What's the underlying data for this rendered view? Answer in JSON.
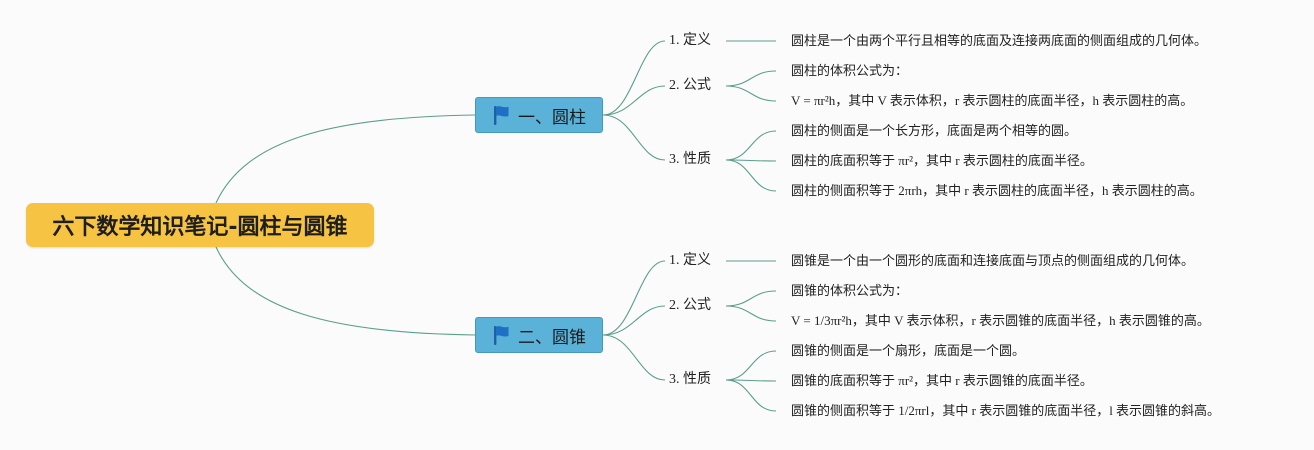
{
  "title": "六下数学知识笔记-圆柱与圆锥",
  "icon": "flag-icon",
  "colors": {
    "root": "#f6c342",
    "branch": "#5bb2d8",
    "line": "#5a9e8c"
  },
  "branches": [
    {
      "label": "一、圆柱",
      "topics": [
        {
          "label": "1. 定义",
          "details": [
            "圆柱是一个由两个平行且相等的底面及连接两底面的侧面组成的几何体。"
          ]
        },
        {
          "label": "2. 公式",
          "details": [
            "圆柱的体积公式为：",
            "V = πr²h，其中 V 表示体积，r 表示圆柱的底面半径，h 表示圆柱的高。"
          ]
        },
        {
          "label": "3. 性质",
          "details": [
            "圆柱的侧面是一个长方形，底面是两个相等的圆。",
            "圆柱的底面积等于 πr²，其中 r 表示圆柱的底面半径。",
            "圆柱的侧面积等于 2πrh，其中 r 表示圆柱的底面半径，h 表示圆柱的高。"
          ]
        }
      ]
    },
    {
      "label": "二、圆锥",
      "topics": [
        {
          "label": "1. 定义",
          "details": [
            "圆锥是一个由一个圆形的底面和连接底面与顶点的侧面组成的几何体。"
          ]
        },
        {
          "label": "2. 公式",
          "details": [
            "圆锥的体积公式为：",
            "V = 1/3πr²h，其中 V 表示体积，r 表示圆锥的底面半径，h 表示圆锥的高。"
          ]
        },
        {
          "label": "3. 性质",
          "details": [
            "圆锥的侧面是一个扇形，底面是一个圆。",
            "圆锥的底面积等于 πr²，其中 r 表示圆锥的底面半径。",
            "圆锥的侧面积等于 1/2πrl，其中 r 表示圆锥的底面半径，l 表示圆锥的斜高。"
          ]
        }
      ]
    }
  ]
}
